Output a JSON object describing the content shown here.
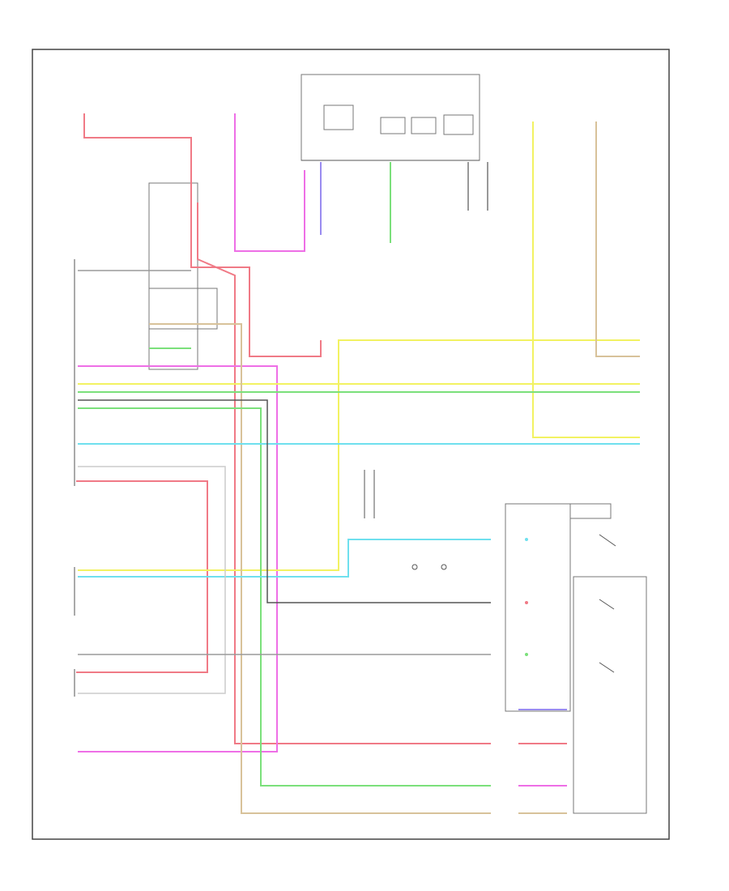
{
  "diagram": {
    "page_code": "",
    "footer_label": "",
    "wire_colors": {
      "red": "#f07a86",
      "pink": "#ee6fe6",
      "yellow": "#f2f262",
      "green": "#7be07b",
      "cyan": "#6fe0ee",
      "tan": "#d8c29a",
      "gray": "#9a9a9a",
      "dark": "#555555",
      "purple": "#9a8cf0",
      "lightgray": "#cccccc"
    },
    "components": [
      {
        "name": "combination-meter",
        "label": ""
      },
      {
        "name": "main-ecu",
        "label": ""
      },
      {
        "name": "combination-switch",
        "label": ""
      },
      {
        "name": "clutch-switch",
        "label": ""
      },
      {
        "name": "light-control-switch",
        "label": ""
      }
    ]
  }
}
